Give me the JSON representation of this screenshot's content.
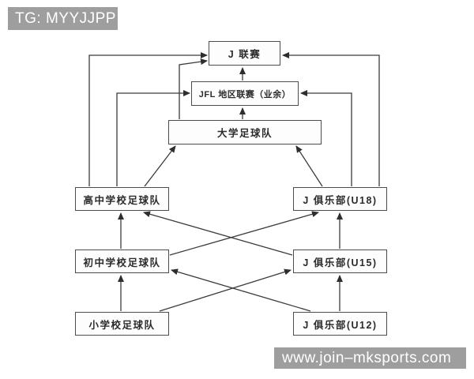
{
  "watermarks": {
    "telegram_badge": "TG: MYYJJPP",
    "site_badge": "www.join–mksports.com"
  },
  "colors": {
    "badge_background": "#9e9e9e",
    "badge_text": "#ffffff",
    "box_border": "#4c4c4c",
    "arrow": "#2e2e2e",
    "node_text": "#2b2b2b",
    "background": "#ffffff"
  },
  "diagram": {
    "type": "flowchart",
    "nodes": {
      "j_league": {
        "label": "J 联赛"
      },
      "jfl": {
        "label": "JFL 地区联赛（业余）"
      },
      "university": {
        "label": "大学足球队"
      },
      "high_school": {
        "label": "高中学校足球队"
      },
      "j_club_u18": {
        "label": "J 俱乐部(U18)"
      },
      "junior_high": {
        "label": "初中学校足球队"
      },
      "j_club_u15": {
        "label": "J 俱乐部(U15)"
      },
      "elementary": {
        "label": "小学校足球队"
      },
      "j_club_u12": {
        "label": "J 俱乐部(U12)"
      }
    },
    "edges": [
      {
        "from": "high_school",
        "to": "j_league"
      },
      {
        "from": "high_school",
        "to": "jfl"
      },
      {
        "from": "high_school",
        "to": "university"
      },
      {
        "from": "university",
        "to": "j_league"
      },
      {
        "from": "university",
        "to": "jfl"
      },
      {
        "from": "jfl",
        "to": "j_league"
      },
      {
        "from": "j_club_u18",
        "to": "j_league"
      },
      {
        "from": "j_club_u18",
        "to": "jfl"
      },
      {
        "from": "j_club_u18",
        "to": "university"
      },
      {
        "from": "junior_high",
        "to": "high_school"
      },
      {
        "from": "junior_high",
        "to": "j_club_u18"
      },
      {
        "from": "j_club_u15",
        "to": "high_school"
      },
      {
        "from": "j_club_u15",
        "to": "j_club_u18"
      },
      {
        "from": "elementary",
        "to": "junior_high"
      },
      {
        "from": "elementary",
        "to": "j_club_u15"
      },
      {
        "from": "j_club_u12",
        "to": "junior_high"
      },
      {
        "from": "j_club_u12",
        "to": "j_club_u15"
      }
    ]
  }
}
